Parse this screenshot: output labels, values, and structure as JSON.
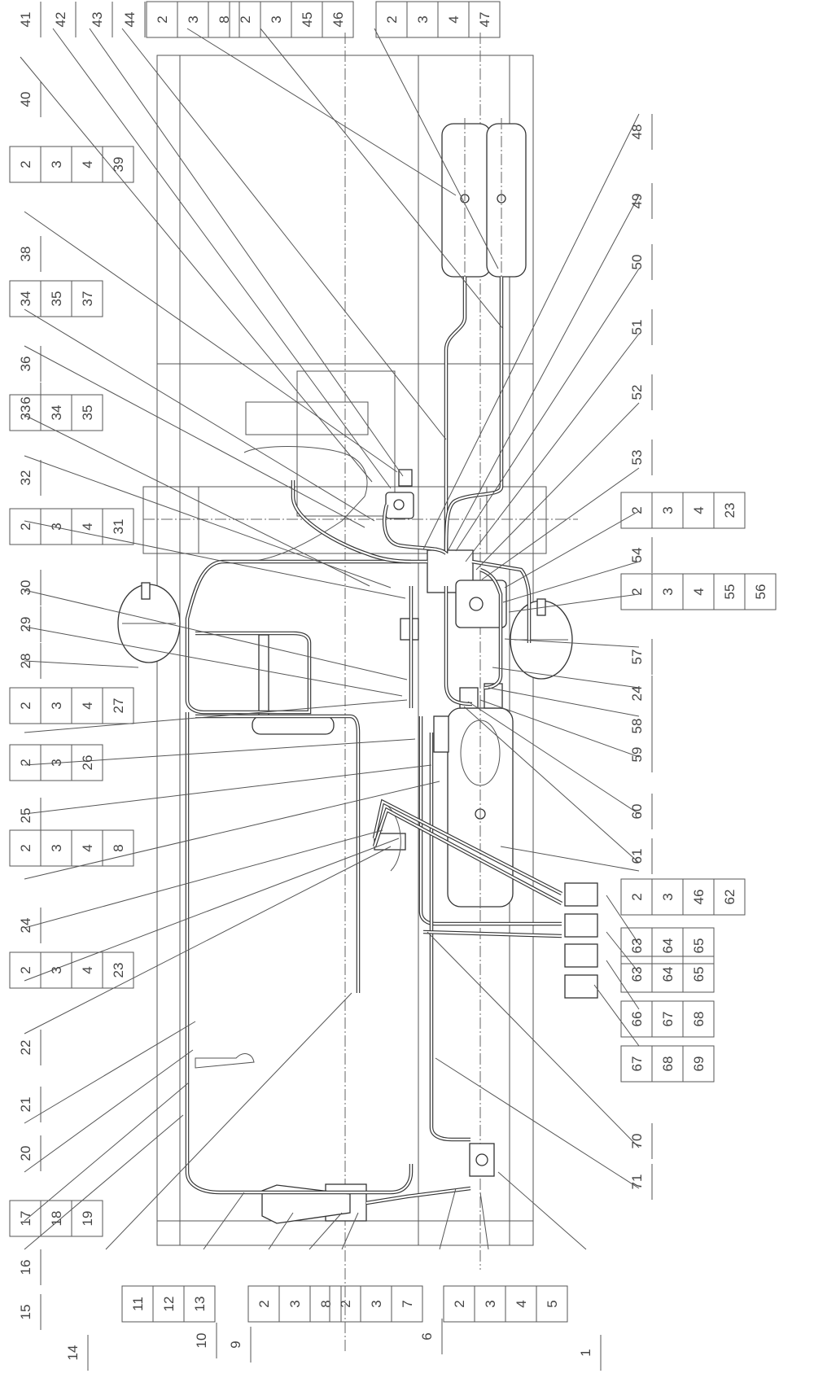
{
  "diagram": {
    "top_callouts": [
      {
        "id": "c41",
        "labels": [
          "41"
        ]
      },
      {
        "id": "c42",
        "labels": [
          "42"
        ]
      },
      {
        "id": "c43",
        "labels": [
          "43"
        ]
      },
      {
        "id": "c44",
        "labels": [
          "44"
        ]
      },
      {
        "id": "s238",
        "labels": [
          "2",
          "3",
          "8"
        ]
      },
      {
        "id": "s2345",
        "labels": [
          "2",
          "3",
          "45",
          "46"
        ]
      },
      {
        "id": "s2347",
        "labels": [
          "2",
          "3",
          "4",
          "47"
        ]
      },
      {
        "id": "c40",
        "labels": [
          "40"
        ]
      },
      {
        "id": "s239",
        "labels": [
          "2",
          "3",
          "4",
          "39"
        ]
      },
      {
        "id": "c38",
        "labels": [
          "38"
        ]
      },
      {
        "id": "s3437",
        "labels": [
          "34",
          "35",
          "37"
        ]
      },
      {
        "id": "c36",
        "labels": [
          "36"
        ]
      },
      {
        "id": "c6a",
        "labels": [
          "6"
        ]
      },
      {
        "id": "s3335",
        "labels": [
          "33",
          "34",
          "35"
        ]
      },
      {
        "id": "c32",
        "labels": [
          "32"
        ]
      },
      {
        "id": "s231",
        "labels": [
          "2",
          "3",
          "4",
          "31"
        ]
      },
      {
        "id": "c30",
        "labels": [
          "30"
        ]
      },
      {
        "id": "c29",
        "labels": [
          "29"
        ]
      },
      {
        "id": "c28",
        "labels": [
          "28"
        ]
      },
      {
        "id": "s227",
        "labels": [
          "2",
          "3",
          "4",
          "27"
        ]
      },
      {
        "id": "s226",
        "labels": [
          "2",
          "3",
          "26"
        ]
      },
      {
        "id": "c25",
        "labels": [
          "25"
        ]
      },
      {
        "id": "s28",
        "labels": [
          "2",
          "3",
          "4",
          "8"
        ]
      },
      {
        "id": "c24a",
        "labels": [
          "24"
        ]
      },
      {
        "id": "s223a",
        "labels": [
          "2",
          "3",
          "4",
          "23"
        ]
      },
      {
        "id": "c22",
        "labels": [
          "22"
        ]
      },
      {
        "id": "c21",
        "labels": [
          "21"
        ]
      },
      {
        "id": "c20",
        "labels": [
          "20"
        ]
      },
      {
        "id": "s1719",
        "labels": [
          "17",
          "18",
          "19"
        ]
      },
      {
        "id": "c16",
        "labels": [
          "16"
        ]
      },
      {
        "id": "c15",
        "labels": [
          "15"
        ]
      },
      {
        "id": "c14",
        "labels": [
          "14"
        ]
      },
      {
        "id": "s1113",
        "labels": [
          "11",
          "12",
          "13"
        ]
      },
      {
        "id": "c10",
        "labels": [
          "10"
        ]
      },
      {
        "id": "c9",
        "labels": [
          "9"
        ]
      },
      {
        "id": "s238b",
        "labels": [
          "2",
          "3",
          "8"
        ]
      },
      {
        "id": "s237",
        "labels": [
          "2",
          "3",
          "7"
        ]
      },
      {
        "id": "c6b",
        "labels": [
          "6"
        ]
      },
      {
        "id": "s235",
        "labels": [
          "2",
          "3",
          "4",
          "5"
        ]
      },
      {
        "id": "c1",
        "labels": [
          "1"
        ]
      }
    ],
    "right_callouts": [
      {
        "id": "c48",
        "labels": [
          "48"
        ]
      },
      {
        "id": "c49",
        "labels": [
          "49"
        ]
      },
      {
        "id": "c50",
        "labels": [
          "50"
        ]
      },
      {
        "id": "c51",
        "labels": [
          "51"
        ]
      },
      {
        "id": "c52",
        "labels": [
          "52"
        ]
      },
      {
        "id": "c53",
        "labels": [
          "53"
        ]
      },
      {
        "id": "s223b",
        "labels": [
          "2",
          "3",
          "4",
          "23"
        ]
      },
      {
        "id": "c54",
        "labels": [
          "54"
        ]
      },
      {
        "id": "s256",
        "labels": [
          "2",
          "3",
          "4",
          "55",
          "56"
        ]
      },
      {
        "id": "c57",
        "labels": [
          "57"
        ]
      },
      {
        "id": "c24b",
        "labels": [
          "24"
        ]
      },
      {
        "id": "c58",
        "labels": [
          "58"
        ]
      },
      {
        "id": "c59",
        "labels": [
          "59"
        ]
      },
      {
        "id": "c60",
        "labels": [
          "60"
        ]
      },
      {
        "id": "c61",
        "labels": [
          "61"
        ]
      },
      {
        "id": "s262",
        "labels": [
          "2",
          "3",
          "46",
          "62"
        ]
      },
      {
        "id": "s6365a",
        "labels": [
          "63",
          "64",
          "65"
        ]
      },
      {
        "id": "s6365b",
        "labels": [
          "63",
          "64",
          "65"
        ]
      },
      {
        "id": "s6668",
        "labels": [
          "66",
          "67",
          "68"
        ]
      },
      {
        "id": "s6769",
        "labels": [
          "67",
          "68",
          "69"
        ]
      },
      {
        "id": "c70",
        "labels": [
          "70"
        ]
      },
      {
        "id": "c71",
        "labels": [
          "71"
        ]
      }
    ]
  }
}
